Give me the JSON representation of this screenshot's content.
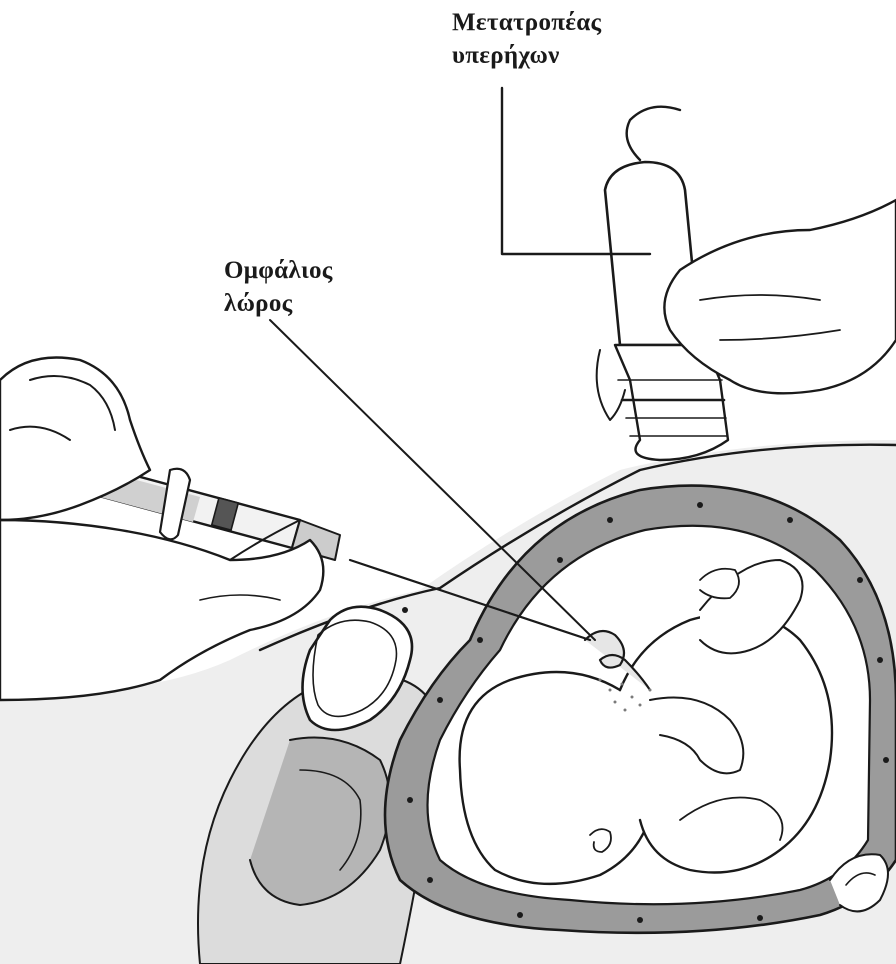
{
  "labels": {
    "transducer": {
      "line1": "Μετατροπέας",
      "line2": "υπερήχων"
    },
    "umbilical_cord": {
      "line1": "Ομφάλιος",
      "line2": "λώρος"
    }
  },
  "colors": {
    "ink": "#1a1a1a",
    "uterine_wall": "#9b9b9b",
    "amniotic_gray": "#d9d9d9",
    "tissue_light": "#e6e6e6",
    "paper": "#ffffff"
  }
}
